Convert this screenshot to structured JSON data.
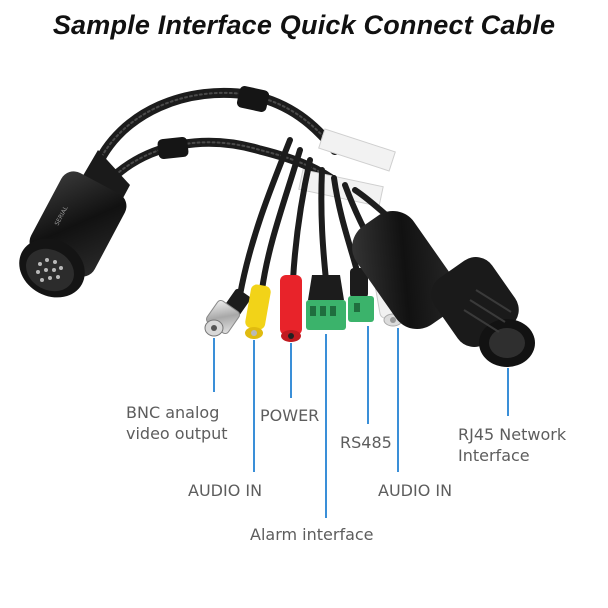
{
  "title": "Sample Interface Quick Connect Cable",
  "labels": {
    "bnc_line1": "BNC analog",
    "bnc_line2": "video output",
    "audio_in_left": "AUDIO IN",
    "power": "POWER",
    "alarm": "Alarm interface",
    "rs485": "RS485",
    "audio_in_right": "AUDIO IN",
    "rj45_line1": "RJ45 Network",
    "rj45_line2": "Interface"
  },
  "colors": {
    "leader_line": "#3a8fd8",
    "label_text": "#5d5d5d",
    "cable": "#1c1c1c",
    "audio_left": "#f2d318",
    "power": "#e8232a",
    "alarm_terminal": "#3bb36b",
    "rs485_terminal": "#3bb36b",
    "audio_right": "#f1f1f1"
  },
  "icons": [
    "multipin-round-connector",
    "bnc-connector",
    "rca-connector",
    "dc-power-jack",
    "terminal-block",
    "waterproof-rj45-connector"
  ]
}
